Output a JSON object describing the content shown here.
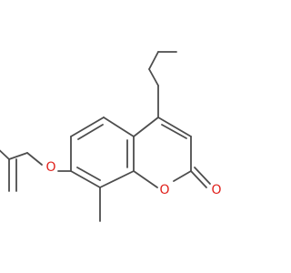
{
  "molecule": {
    "atom_labels": {
      "ether_oxygen": "O",
      "ring_oxygen": "O",
      "carbonyl_oxygen": "O"
    },
    "colors": {
      "bond": "#4d4d4d",
      "oxygen": "#e0201b",
      "background": "#ffffff"
    }
  }
}
